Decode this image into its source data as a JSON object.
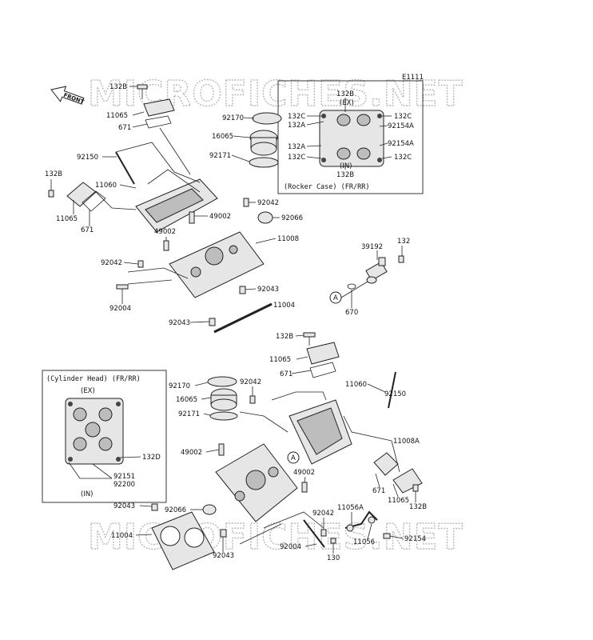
{
  "diagram_id": "E1111",
  "watermark": "MICROFICHES.NET",
  "front_label": "FRONT",
  "callout_circle": "A",
  "inset_rocker": {
    "title": "(Rocker Case) (FR/RR)",
    "ex": "(EX)",
    "in": "(IN)",
    "labels": [
      "132B",
      "132C",
      "132A",
      "132C",
      "92154A",
      "132A",
      "92154A",
      "132C",
      "132C",
      "132B"
    ]
  },
  "inset_head": {
    "title": "(Cylinder Head) (FR/RR)",
    "ex": "(EX)",
    "in": "(IN)",
    "labels": [
      "132D",
      "92151",
      "92200"
    ]
  },
  "top_labels": [
    "132B",
    "11065",
    "671",
    "92150",
    "132B",
    "11060",
    "11065",
    "671",
    "92170",
    "16065",
    "92171",
    "92042",
    "49002",
    "92066",
    "49002",
    "11008",
    "92042",
    "92004",
    "92043",
    "11004",
    "92043",
    "39192",
    "132",
    "670"
  ],
  "bottom_labels": [
    "132B",
    "11065",
    "671",
    "11060",
    "92150",
    "92042",
    "92170",
    "16065",
    "92171",
    "11008A",
    "49002",
    "49002",
    "92043",
    "92066",
    "11004",
    "92043",
    "92042",
    "11056A",
    "92004",
    "130",
    "11056",
    "92154",
    "671",
    "11065",
    "132B"
  ]
}
